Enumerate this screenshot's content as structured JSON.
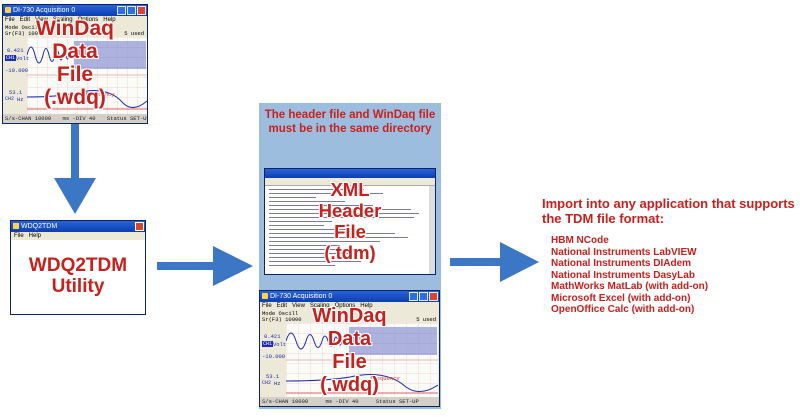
{
  "wdq_window": {
    "title": "DI-730 Acquisition 0",
    "menu": [
      "File",
      "Edit",
      "View",
      "Scaling",
      "Options",
      "Help"
    ],
    "mode_line": "Mode  Oscill",
    "top_readouts": [
      "Sr(F3)  10000",
      "5 used"
    ],
    "channel_values": [
      "0.421",
      "Volt",
      "-10.000",
      "53.1",
      "Hz"
    ],
    "channel_names": [
      "CH1",
      "CH2"
    ],
    "annotation": "frequency",
    "status_items": [
      "S/s-CHAN  10000",
      "ms -DIV  40",
      "Status  SET-UP"
    ],
    "overlay_lines": [
      "WinDaq",
      "Data",
      "File",
      "(.wdq)"
    ]
  },
  "tdm_utility": {
    "title": "WDQ2TDM",
    "menu": [
      "File",
      "Help"
    ],
    "label_lines": [
      "WDQ2TDM",
      "Utility"
    ]
  },
  "header_panel": {
    "note": "The header file and WinDaq file must be in the same directory",
    "xml_overlay_lines": [
      "XML",
      "Header",
      "File",
      "(.tdm)"
    ]
  },
  "import_section": {
    "heading": "Import into any application that supports the TDM file format:",
    "applications": [
      "HBM NCode",
      "National Instruments LabVIEW",
      "National Instruments DIAdem",
      "National Instruments DasyLab",
      "MathWorks MatLab (with add-on)",
      "Microsoft Excel (with add-on)",
      "OpenOffice Calc (with add-on)"
    ]
  },
  "colors": {
    "accent_red": "#c8201c",
    "arrow_blue": "#3b77c4",
    "panel_blue": "#9dbddf",
    "title_blue": "#0b3fb0",
    "trace_blue": "#1c2bb0",
    "trace_red": "#d23232"
  }
}
